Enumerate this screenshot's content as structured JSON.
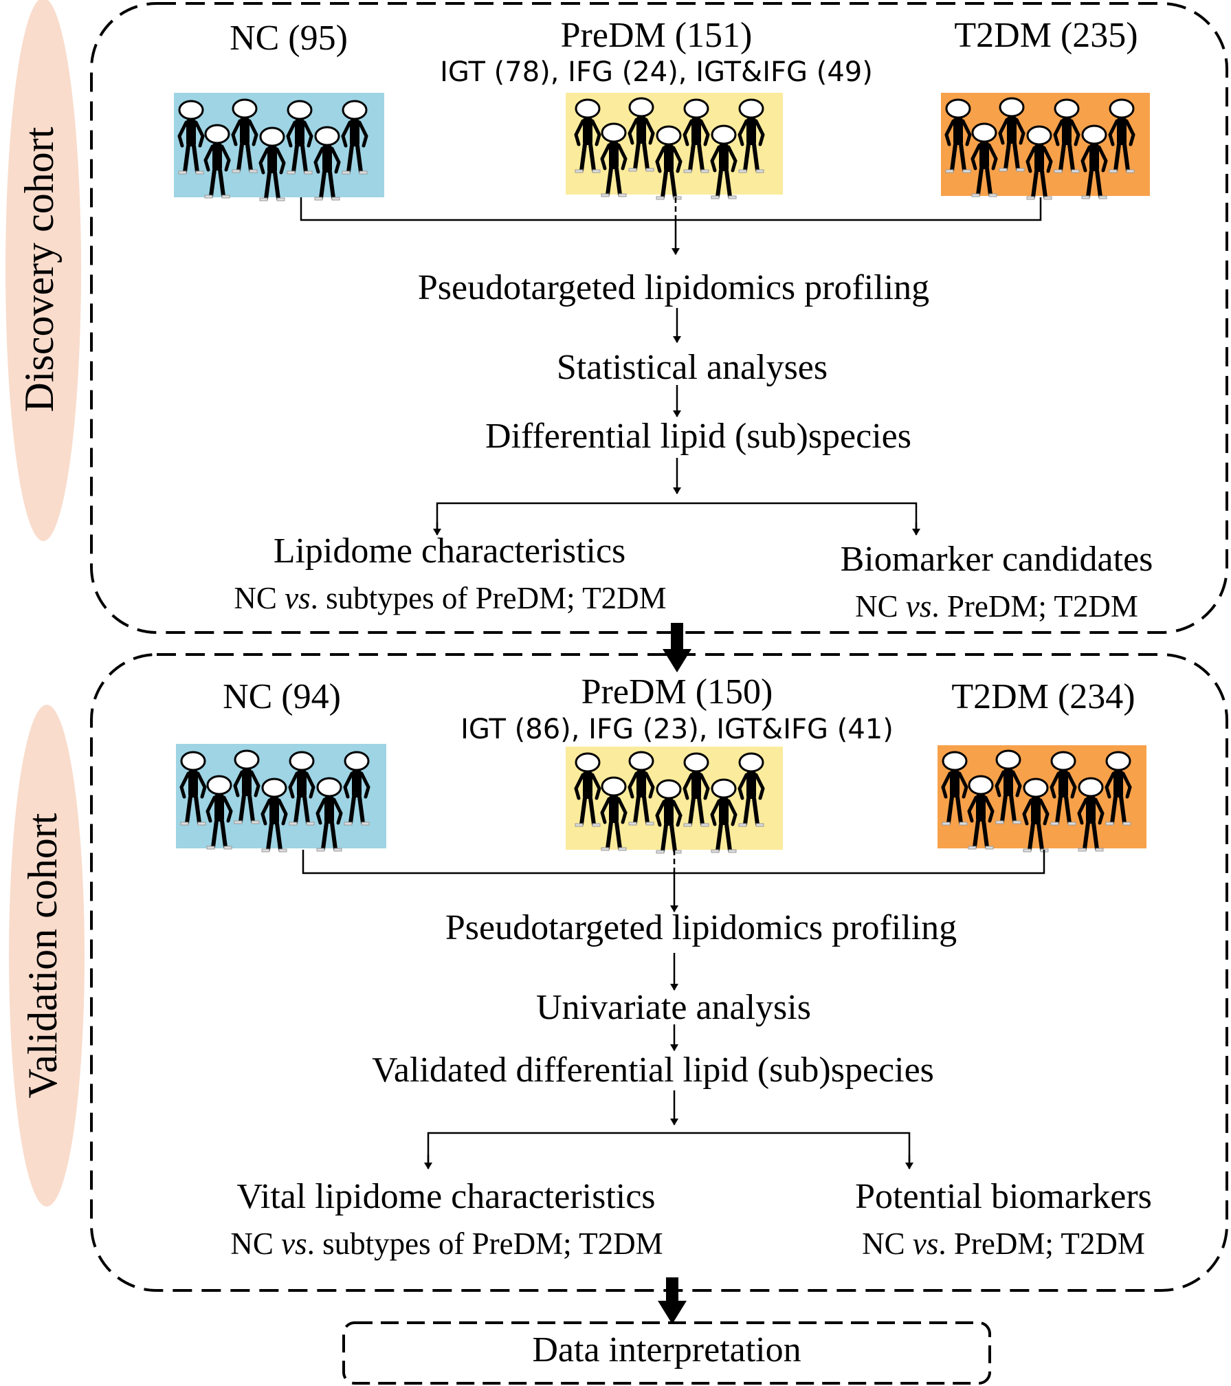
{
  "colors": {
    "nc": "#9ed4e4",
    "predm": "#fbeb9c",
    "t2dm": "#f7a14a",
    "cohort_label_bg": "#f9dccc",
    "line": "#000000"
  },
  "discovery": {
    "label": "Discovery cohort",
    "nc": "NC (95)",
    "predm": "PreDM (151)",
    "predm_sub": "IGT (78), IFG (24), IGT&IFG (49)",
    "t2dm": "T2DM (235)",
    "step1": "Pseudotargeted lipidomics profiling",
    "step2": "Statistical analyses",
    "step3": "Differential lipid (sub)species",
    "left_title": "Lipidome characteristics",
    "left_sub_a": "NC ",
    "left_sub_vs": "vs",
    "left_sub_b": ". subtypes of PreDM; T2DM",
    "right_title": "Biomarker candidates",
    "right_sub_a": "NC ",
    "right_sub_vs": "vs",
    "right_sub_b": ". PreDM; T2DM"
  },
  "validation": {
    "label": "Validation cohort",
    "nc": "NC (94)",
    "predm": "PreDM (150)",
    "predm_sub": "IGT (86), IFG (23), IGT&IFG (41)",
    "t2dm": "T2DM (234)",
    "step1": "Pseudotargeted lipidomics profiling",
    "step2": "Univariate analysis",
    "step3": "Validated differential lipid (sub)species",
    "left_title": "Vital lipidome characteristics",
    "left_sub_a": "NC ",
    "left_sub_vs": "vs",
    "left_sub_b": ". subtypes of PreDM; T2DM",
    "right_title": "Potential biomarkers",
    "right_sub_a": "NC ",
    "right_sub_vs": "vs",
    "right_sub_b": ". PreDM; T2DM"
  },
  "final": "Data interpretation"
}
